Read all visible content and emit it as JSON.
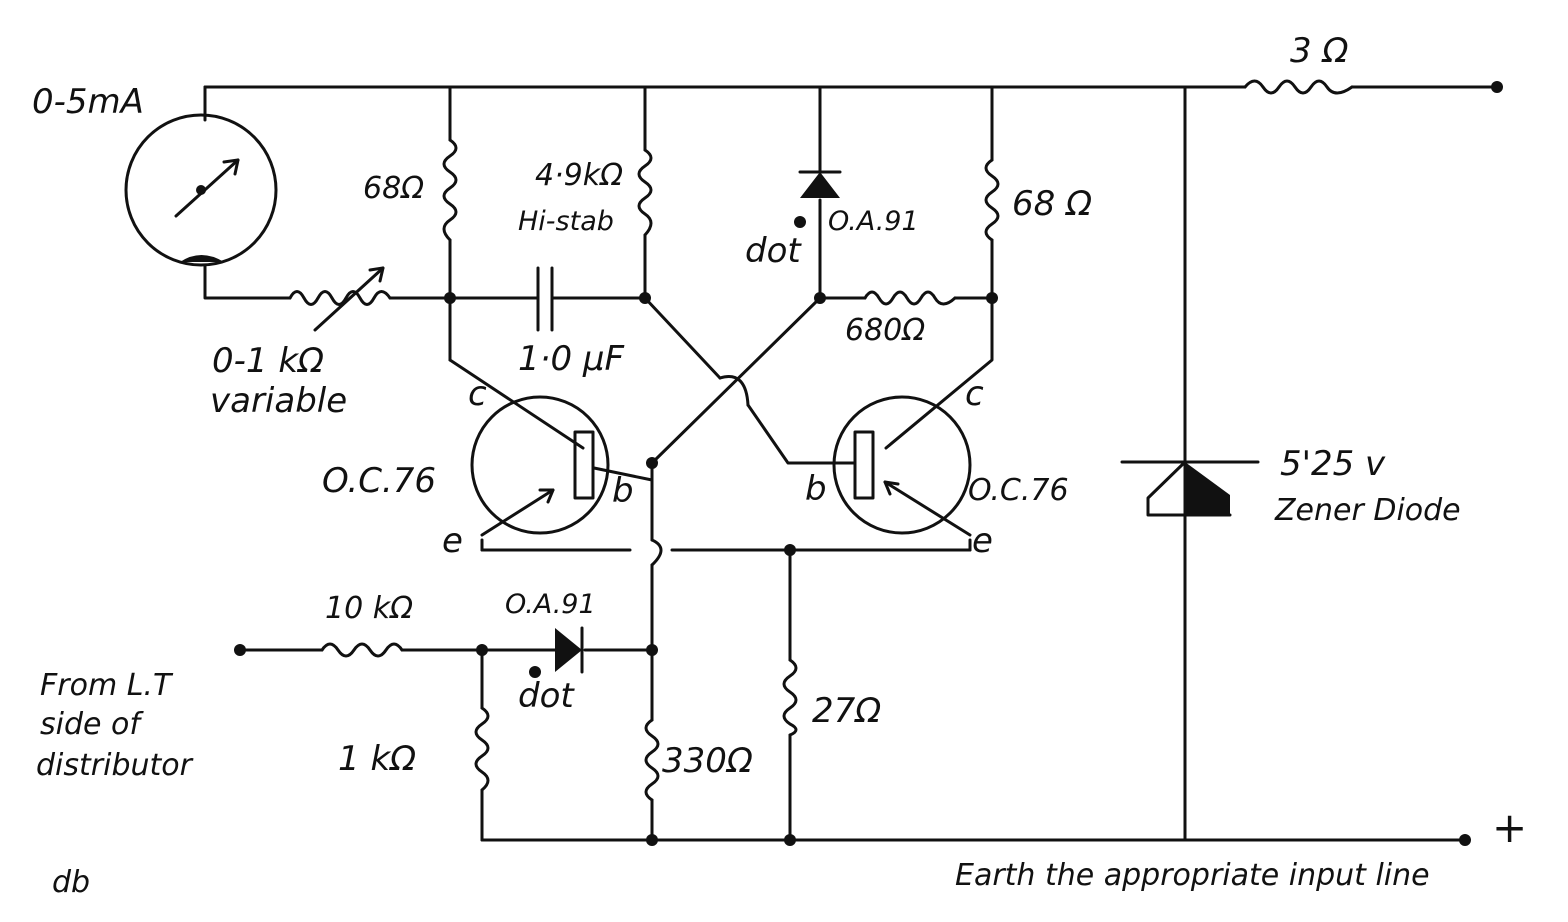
{
  "labels": {
    "meter": "0-5mA",
    "r_top_right": "3 Ω",
    "r68_left": "68Ω",
    "r49k_value": "4·9kΩ",
    "r49k_note": "Hi-stab",
    "diode_top_dot": "dot",
    "diode_top_type": "O.A.91",
    "r68_right": "68 Ω",
    "r680": "680Ω",
    "cap": "1·0 µF",
    "var_res_value": "0-1 kΩ",
    "var_res_note": "variable",
    "t1_c": "c",
    "t1_b": "b",
    "t1_e": "e",
    "t1_type": "O.C.76",
    "t2_c": "c",
    "t2_b": "b",
    "t2_e": "e",
    "t2_type": "O.C.76",
    "zener_voltage": "5'25 v",
    "zener_name": "Zener Diode",
    "r10k": "10 kΩ",
    "diode_bottom_type": "O.A.91",
    "diode_bottom_dot": "dot",
    "input_line1": "From  L.T",
    "input_line2": "side  of",
    "input_line3": "distributor",
    "r1k": "1 kΩ",
    "r330": "330Ω",
    "r27": "27Ω",
    "plus": "+",
    "earth_note": "Earth  the  appropriate  input  line",
    "signature": "db"
  }
}
